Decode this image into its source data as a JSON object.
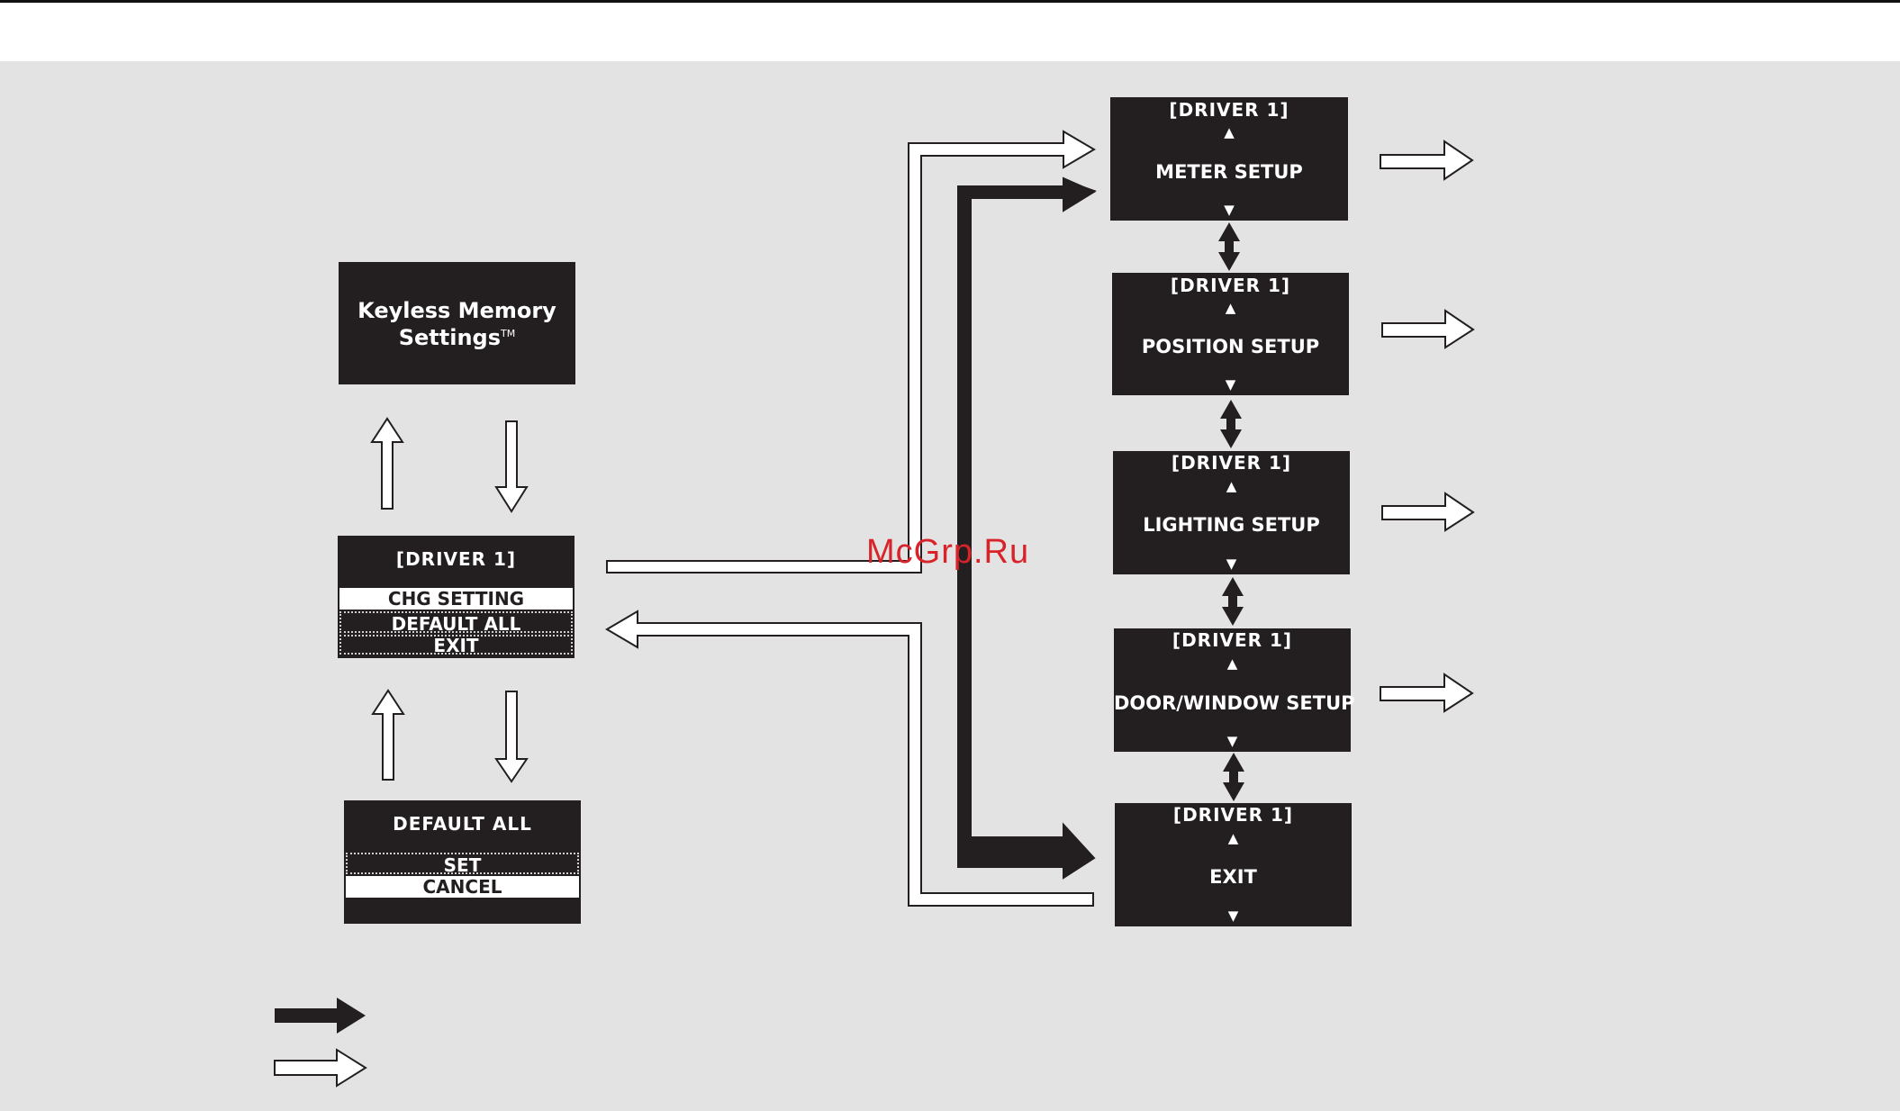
{
  "colors": {
    "background": "#e3e3e3",
    "box": "#231f20",
    "arrow_black": "#231f20",
    "arrow_white": "#ffffff",
    "watermark": "#d8232a"
  },
  "keyless": {
    "title_line1": "Keyless Memory",
    "title_line2": "Settings",
    "tm": "TM"
  },
  "driver_menu": {
    "header": "[DRIVER 1]",
    "options": [
      "CHG SETTING",
      "DEFAULT ALL",
      "EXIT"
    ],
    "selected": "CHG SETTING"
  },
  "default_menu": {
    "header": "DEFAULT ALL",
    "options": [
      "SET",
      "CANCEL"
    ],
    "selected": "CANCEL"
  },
  "setup_screens": [
    {
      "header": "[DRIVER 1]",
      "up": "▲",
      "label": "METER SETUP",
      "down": "▼"
    },
    {
      "header": "[DRIVER 1]",
      "up": "▲",
      "label": "POSITION SETUP",
      "down": "▼"
    },
    {
      "header": "[DRIVER 1]",
      "up": "▲",
      "label": "LIGHTING SETUP",
      "down": "▼"
    },
    {
      "header": "[DRIVER 1]",
      "up": "▲",
      "label": "DOOR/WINDOW SETUP",
      "down": "▼"
    },
    {
      "header": "[DRIVER 1]",
      "up": "▲",
      "label": "EXIT",
      "down": "▼"
    }
  ],
  "watermark": "McGrp.Ru",
  "legend": [
    "black-arrow-icon",
    "white-arrow-icon"
  ]
}
